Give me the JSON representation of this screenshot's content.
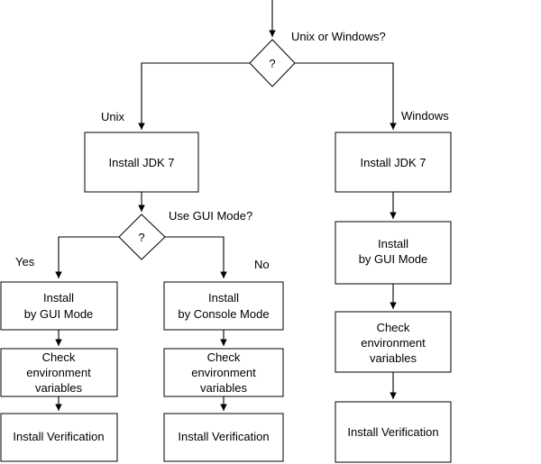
{
  "decision_top": {
    "symbol": "?",
    "label": "Unix or Windows?"
  },
  "branch_labels": {
    "unix": "Unix",
    "windows": "Windows"
  },
  "unix": {
    "install_jdk": "Install JDK 7",
    "decision": {
      "symbol": "?",
      "label": "Use GUI Mode?"
    },
    "yes_label": "Yes",
    "no_label": "No",
    "yes_path": {
      "install": [
        "Install",
        "by GUI Mode"
      ],
      "check": [
        "Check",
        "environment",
        "variables"
      ],
      "verify": "Install Verification"
    },
    "no_path": {
      "install": [
        "Install",
        "by Console Mode"
      ],
      "check": [
        "Check",
        "environment",
        "variables"
      ],
      "verify": "Install Verification"
    }
  },
  "windows": {
    "install_jdk": "Install JDK 7",
    "install": [
      "Install",
      "by GUI Mode"
    ],
    "check": [
      "Check",
      "environment",
      "variables"
    ],
    "verify": "Install Verification"
  }
}
